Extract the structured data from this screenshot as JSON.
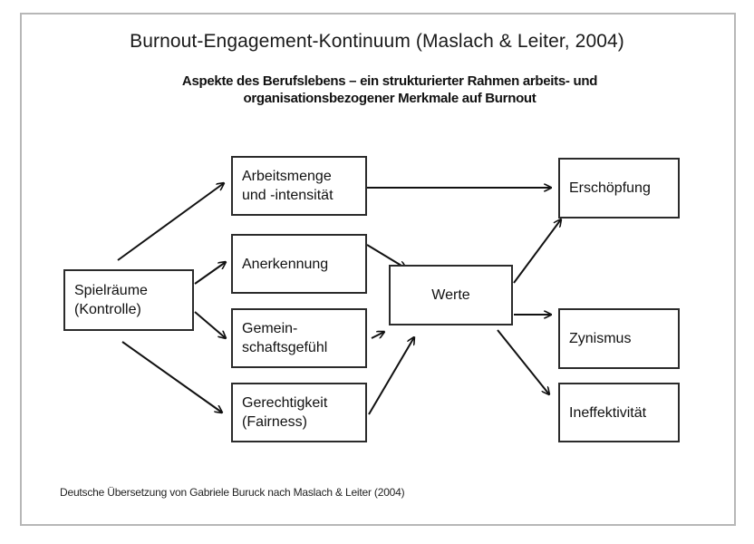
{
  "title": "Burnout-Engagement-Kontinuum  (Maslach & Leiter, 2004)",
  "subtitle_line1": "Aspekte des Berufslebens – ein strukturierter Rahmen arbeits- und",
  "subtitle_line2": "organisationsbezogener Merkmale auf Burnout",
  "nodes": {
    "spielraeume": "Spielräume\n(Kontrolle)",
    "arbeitsmenge": "Arbeitsmenge\nund -intensität",
    "anerkennung": "Anerkennung",
    "gemeinschaft": "Gemein-\nschaftsgefühl",
    "gerechtigkeit": "Gerechtigkeit\n(Fairness)",
    "werte": "Werte",
    "erschoepfung": "Erschöpfung",
    "zynismus": "Zynismus",
    "ineffektivitaet": "Ineffektivität"
  },
  "footer": "Deutsche Übersetzung von Gabriele Buruck nach Maslach & Leiter (2004)"
}
